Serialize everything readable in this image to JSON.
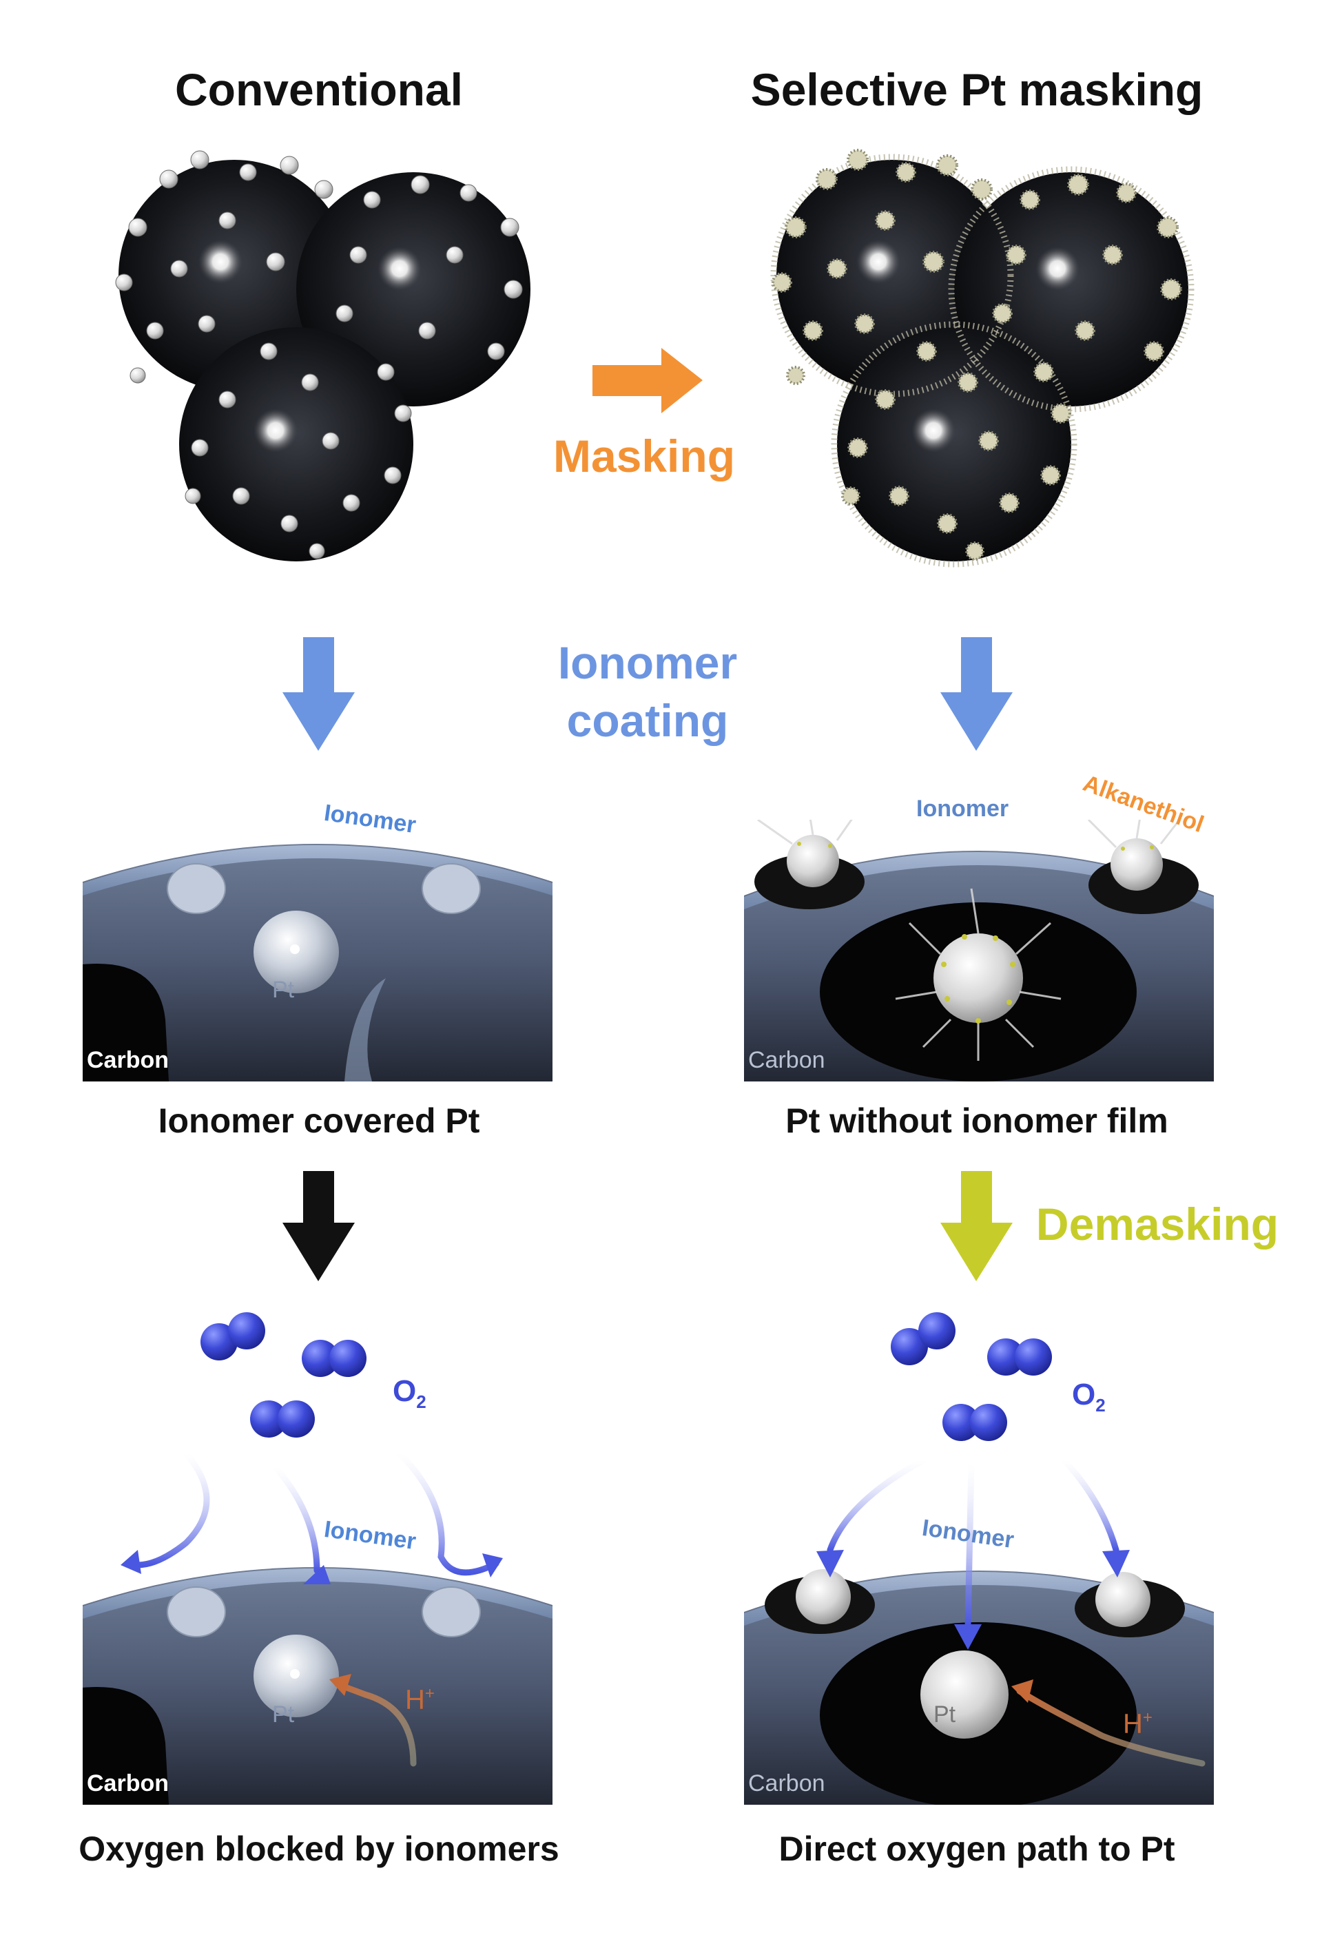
{
  "titles": {
    "left": "Conventional",
    "right": "Selective Pt masking"
  },
  "steps": {
    "masking": "Masking",
    "ionomer_line1": "Ionomer",
    "ionomer_line2": "coating",
    "demasking": "Demasking"
  },
  "captions": {
    "left_mid": "Ionomer covered Pt",
    "right_mid": "Pt without ionomer film",
    "left_bottom": "Oxygen blocked by ionomers",
    "right_bottom": "Direct oxygen path to Pt"
  },
  "labels": {
    "ionomer": "Ionomer",
    "alkanethiol": "Alkanethiol",
    "pt": "Pt",
    "carbon": "Carbon",
    "o2": "O",
    "o2_sub": "2",
    "h": "H",
    "h_sup": "+"
  },
  "colors": {
    "masking": "#f39235",
    "ionomer_coating": "#6c95e1",
    "demasking": "#c6cd2a",
    "oxygen": "#3d4ad8",
    "proton": "#c76a38",
    "blocked_arrow": "#111111"
  }
}
